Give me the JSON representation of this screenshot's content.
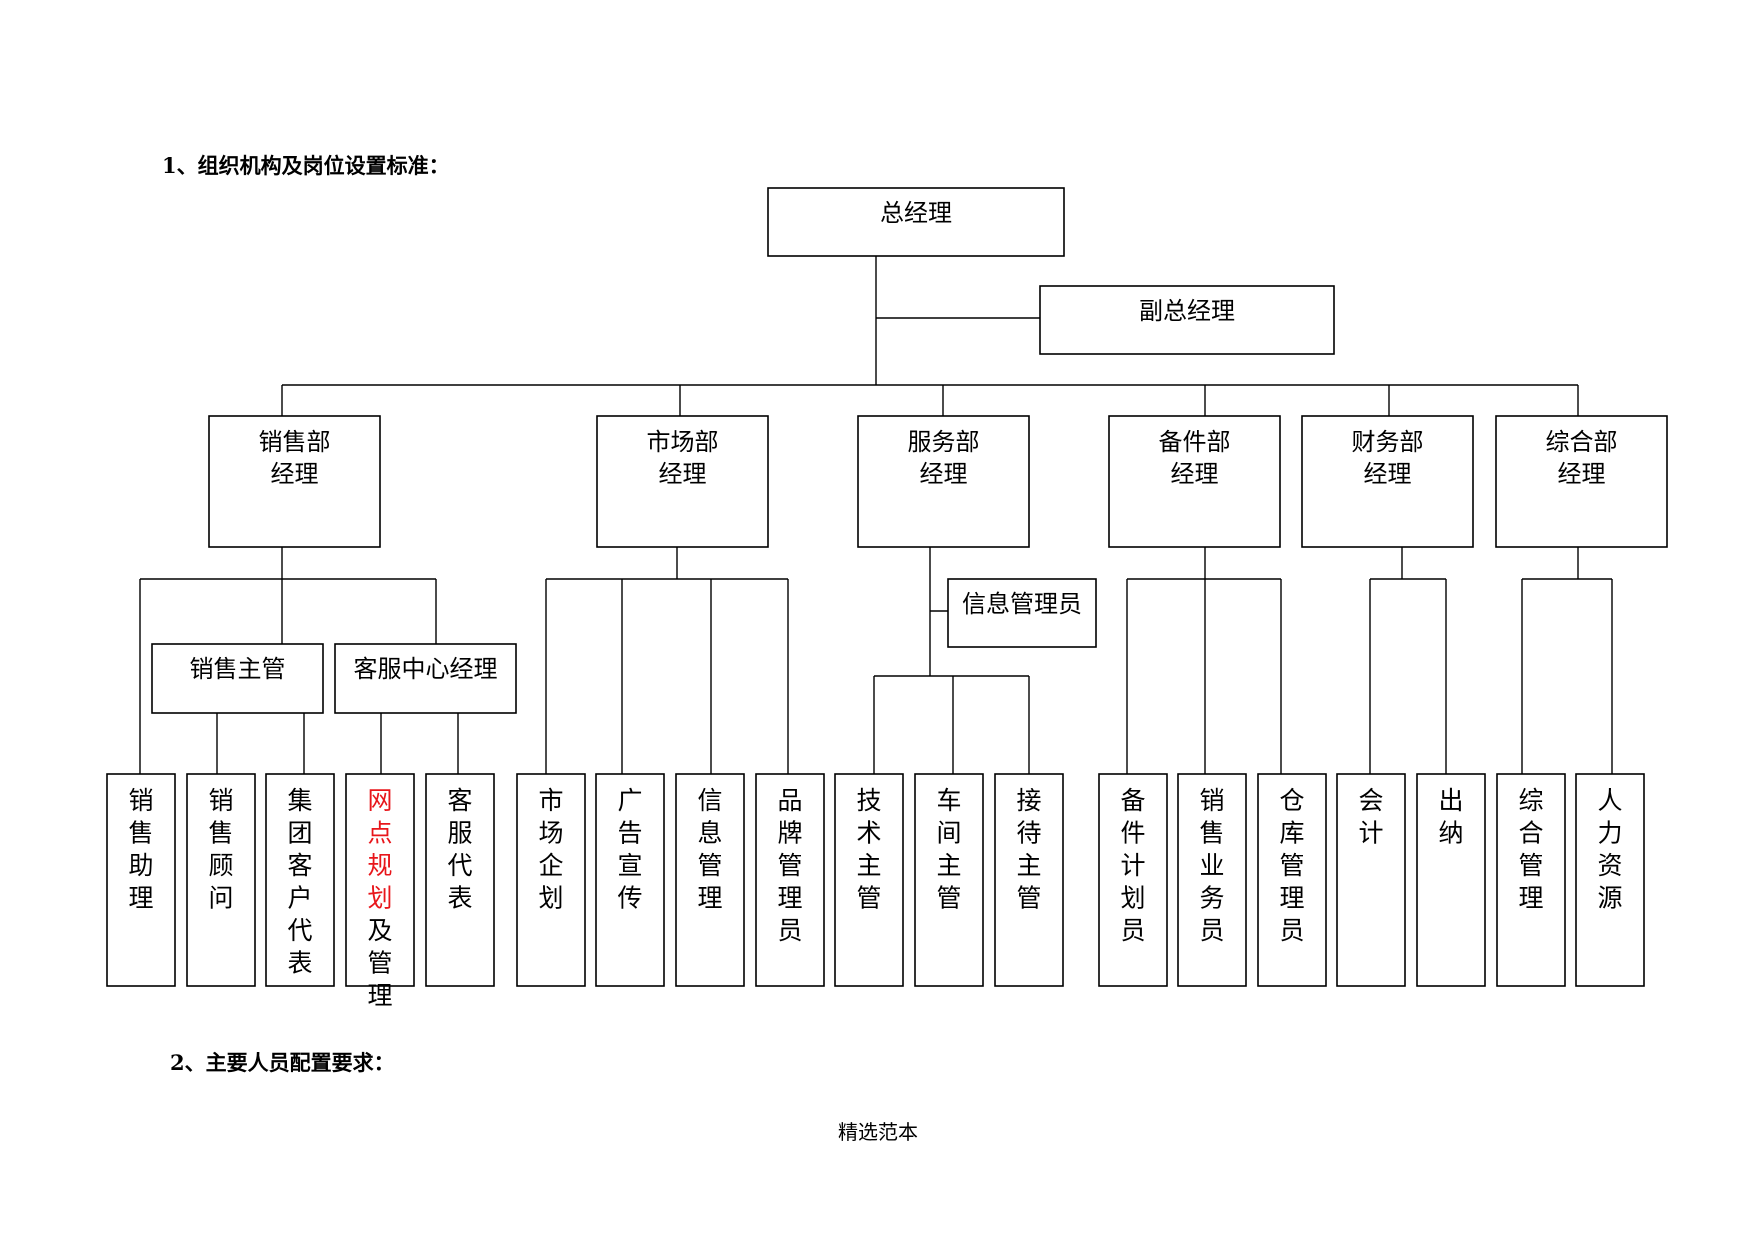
{
  "heading1": "1、组织机构及岗位设置标准：",
  "heading2": "2、主要人员配置要求：",
  "footer": "精选范本",
  "highlight_color": "#e8161b",
  "gm": "总经理",
  "deputy_gm": "副总经理",
  "departments": [
    {
      "id": "sales",
      "lines": [
        "销售部",
        "经理"
      ]
    },
    {
      "id": "market",
      "lines": [
        "市场部",
        "经理"
      ]
    },
    {
      "id": "service",
      "lines": [
        "服务部",
        "经理"
      ]
    },
    {
      "id": "parts",
      "lines": [
        "备件部",
        "经理"
      ]
    },
    {
      "id": "finance",
      "lines": [
        "财务部",
        "经理"
      ]
    },
    {
      "id": "general",
      "lines": [
        "综合部",
        "经理"
      ]
    }
  ],
  "mid_roles": [
    {
      "id": "sales-supervisor",
      "label": "销售主管"
    },
    {
      "id": "cs-center-manager",
      "label": "客服中心经理"
    },
    {
      "id": "info-administrator",
      "label": "信息管理员"
    }
  ],
  "positions": [
    {
      "id": "sales-assistant",
      "chars": [
        "销",
        "售",
        "助",
        "理"
      ]
    },
    {
      "id": "sales-consultant",
      "chars": [
        "销",
        "售",
        "顾",
        "问"
      ]
    },
    {
      "id": "group-client-rep",
      "chars": [
        "集",
        "团",
        "客",
        "户",
        "代",
        "表"
      ]
    },
    {
      "id": "network-planning",
      "chars": [
        "网",
        "点",
        "规",
        "划",
        "及",
        "管",
        "理"
      ],
      "red_count": 4
    },
    {
      "id": "cs-rep",
      "chars": [
        "客",
        "服",
        "代",
        "表"
      ]
    },
    {
      "id": "market-planning",
      "chars": [
        "市",
        "场",
        "企",
        "划"
      ]
    },
    {
      "id": "advertising",
      "chars": [
        "广",
        "告",
        "宣",
        "传"
      ]
    },
    {
      "id": "info-management",
      "chars": [
        "信",
        "息",
        "管",
        "理"
      ]
    },
    {
      "id": "brand-manager",
      "chars": [
        "品",
        "牌",
        "管",
        "理",
        "员"
      ]
    },
    {
      "id": "tech-supervisor",
      "chars": [
        "技",
        "术",
        "主",
        "管"
      ]
    },
    {
      "id": "workshop-supervisor",
      "chars": [
        "车",
        "间",
        "主",
        "管"
      ]
    },
    {
      "id": "reception-supervisor",
      "chars": [
        "接",
        "待",
        "主",
        "管"
      ]
    },
    {
      "id": "parts-planner",
      "chars": [
        "备",
        "件",
        "计",
        "划",
        "员"
      ]
    },
    {
      "id": "sales-clerk",
      "chars": [
        "销",
        "售",
        "业",
        "务",
        "员"
      ]
    },
    {
      "id": "warehouse-manager",
      "chars": [
        "仓",
        "库",
        "管",
        "理",
        "员"
      ]
    },
    {
      "id": "accountant",
      "chars": [
        "会",
        "计"
      ]
    },
    {
      "id": "cashier",
      "chars": [
        "出",
        "纳"
      ]
    },
    {
      "id": "general-admin",
      "chars": [
        "综",
        "合",
        "管",
        "理"
      ]
    },
    {
      "id": "human-resources",
      "chars": [
        "人",
        "力",
        "资",
        "源"
      ]
    }
  ]
}
